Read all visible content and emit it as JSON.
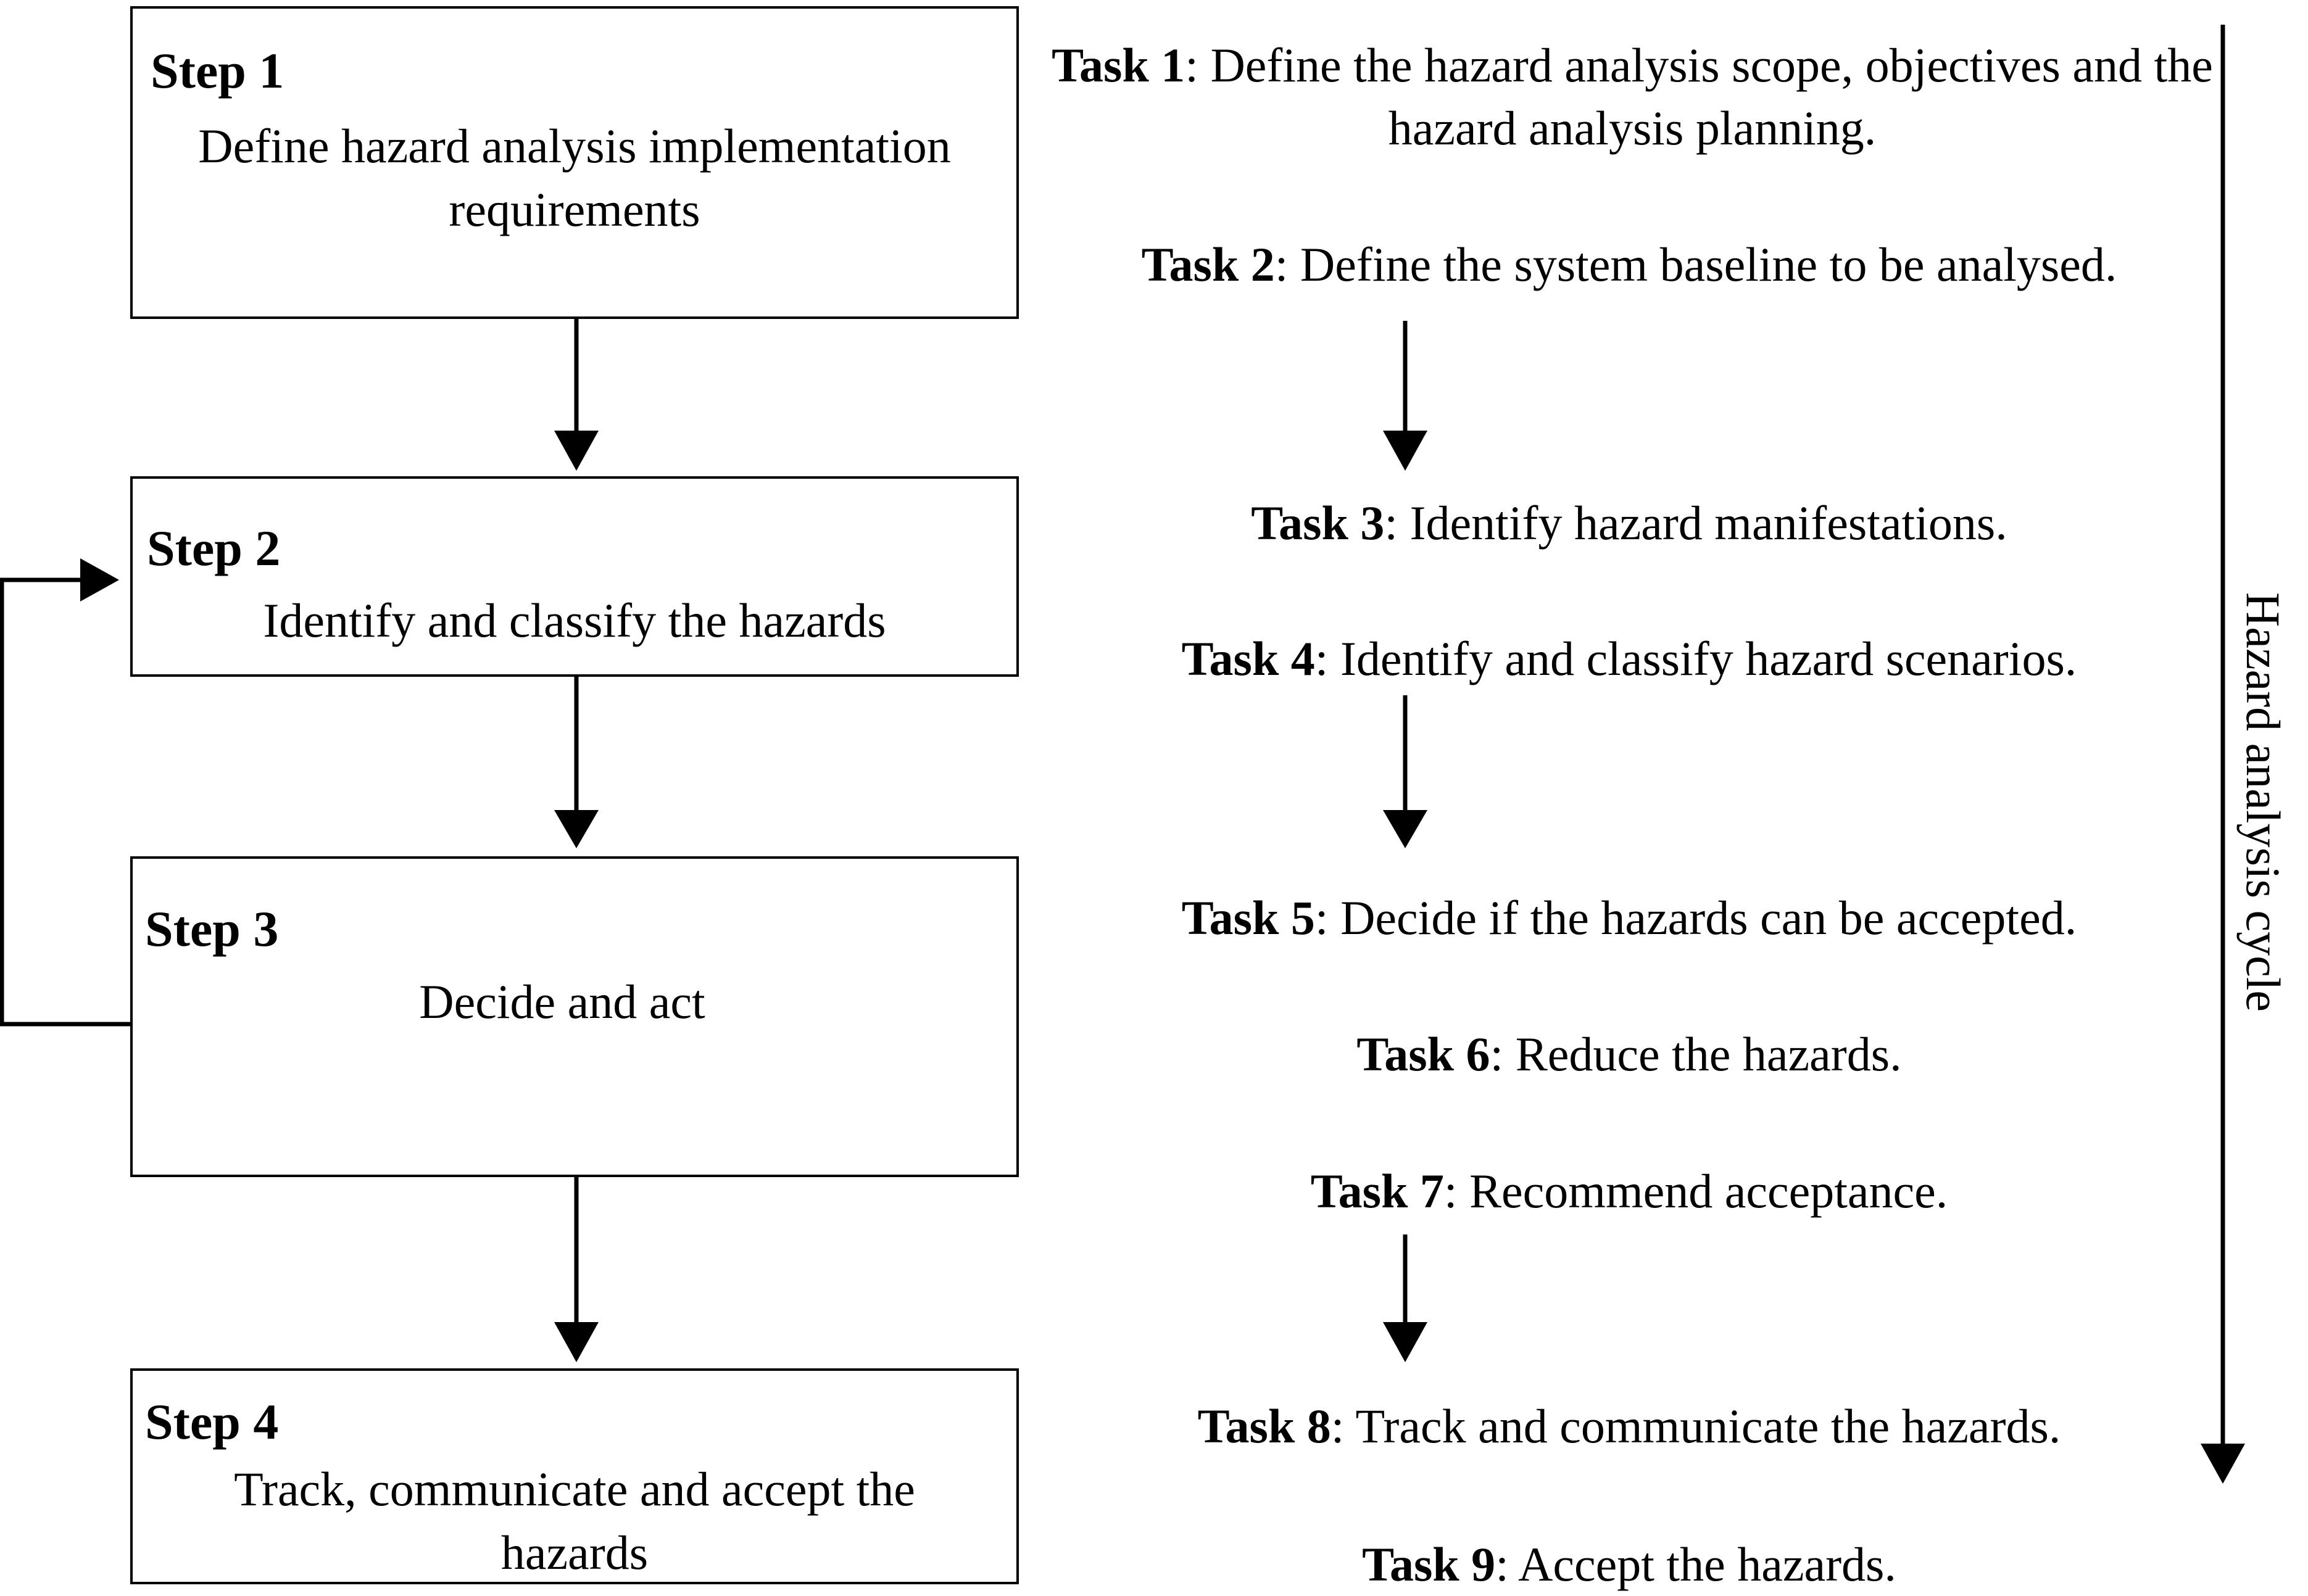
{
  "steps": [
    {
      "label": "Step 1",
      "text": "Define hazard analysis implementation requirements"
    },
    {
      "label": "Step 2",
      "text": "Identify and classify the hazards"
    },
    {
      "label": "Step 3",
      "text": "Decide and act"
    },
    {
      "label": "Step 4",
      "text": "Track, communicate and accept the hazards"
    }
  ],
  "tasks": [
    {
      "label": "Task 1",
      "text": ": Define the hazard analysis scope, objectives and the hazard analysis planning."
    },
    {
      "label": "Task 2",
      "text": ": Define the system baseline to be analysed."
    },
    {
      "label": "Task 3",
      "text": ": Identify hazard manifestations."
    },
    {
      "label": "Task 4",
      "text": ": Identify and classify hazard scenarios."
    },
    {
      "label": "Task 5",
      "text": ": Decide if the hazards can be accepted."
    },
    {
      "label": "Task 6",
      "text": ": Reduce the hazards."
    },
    {
      "label": "Task 7",
      "text": ": Recommend acceptance."
    },
    {
      "label": "Task 8",
      "text": ": Track and communicate the hazards."
    },
    {
      "label": "Task 9",
      "text": ": Accept the hazards."
    }
  ],
  "cycle_label": "Hazard analysis cycle"
}
